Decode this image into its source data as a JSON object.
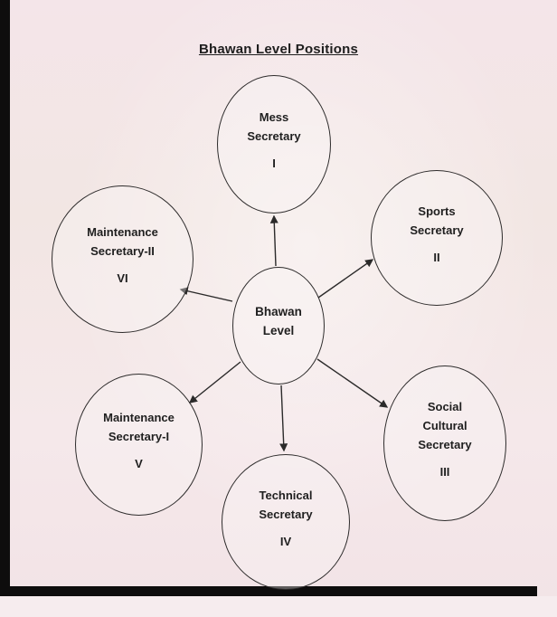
{
  "title": "Bhawan Level Positions",
  "center": {
    "label_lines": [
      "Bhawan",
      "Level"
    ]
  },
  "nodes": [
    {
      "id": "mess-secretary",
      "label_lines": [
        "Mess",
        "Secretary"
      ],
      "numeral": "I"
    },
    {
      "id": "sports-secretary",
      "label_lines": [
        "Sports",
        "Secretary"
      ],
      "numeral": "II"
    },
    {
      "id": "social-cultural-secretary",
      "label_lines": [
        "Social",
        "Cultural",
        "Secretary"
      ],
      "numeral": "III"
    },
    {
      "id": "technical-secretary",
      "label_lines": [
        "Technical",
        "Secretary"
      ],
      "numeral": "IV"
    },
    {
      "id": "maintenance-secretary-1",
      "label_lines": [
        "Maintenance",
        "Secretary-I"
      ],
      "numeral": "V"
    },
    {
      "id": "maintenance-secretary-2",
      "label_lines": [
        "Maintenance",
        "Secretary-II"
      ],
      "numeral": "VI"
    }
  ]
}
